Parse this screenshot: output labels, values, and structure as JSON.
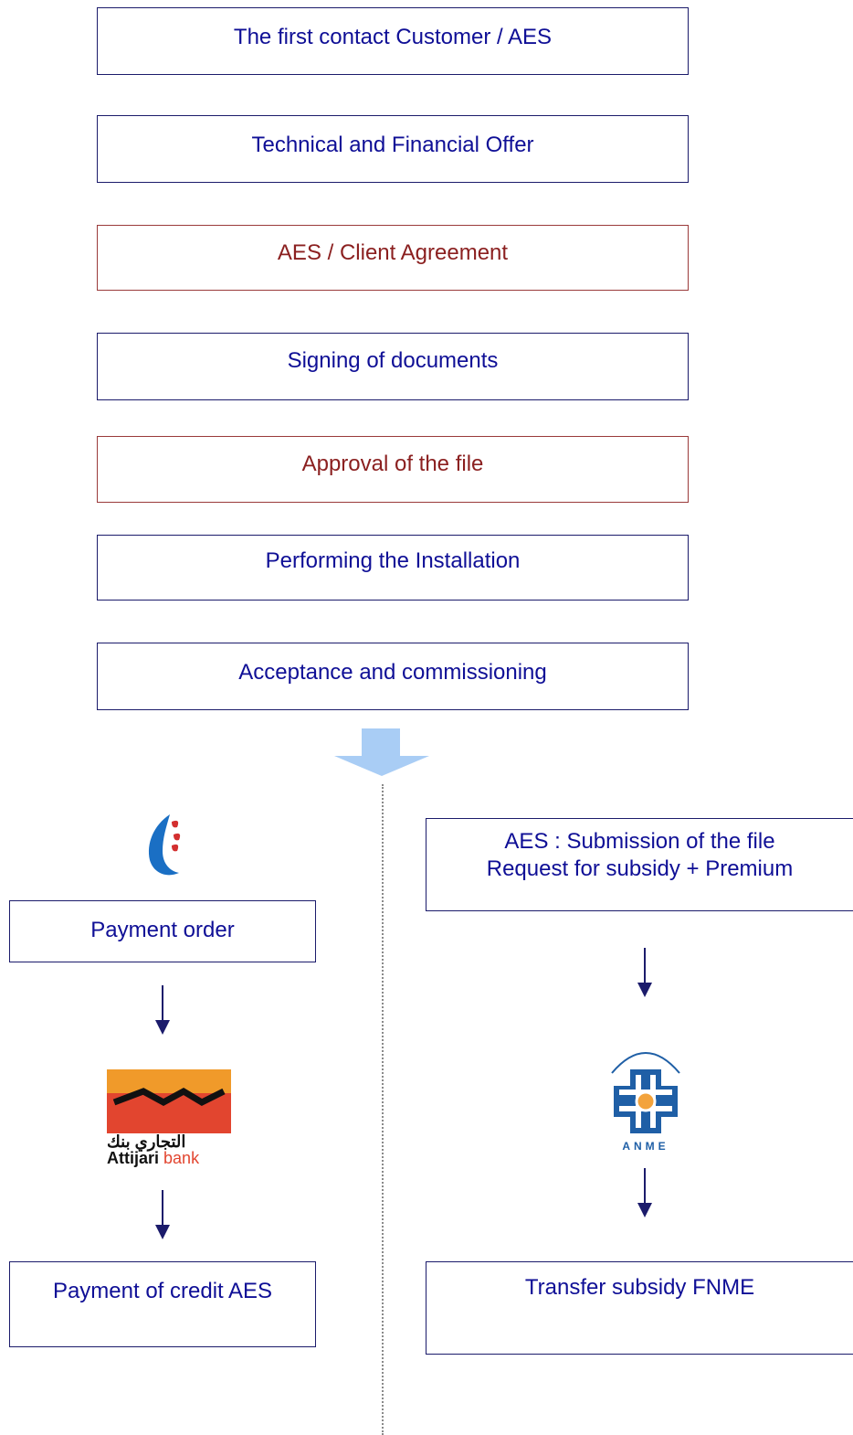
{
  "steps": [
    {
      "label": "The first contact Customer / AES",
      "color": "blue"
    },
    {
      "label": "Technical and Financial Offer",
      "color": "blue"
    },
    {
      "label": "AES / Client Agreement",
      "color": "red"
    },
    {
      "label": "Signing of documents",
      "color": "blue"
    },
    {
      "label": "Approval of the file",
      "color": "red"
    },
    {
      "label": "Performing the Installation",
      "color": "blue"
    },
    {
      "label": "Acceptance and commissioning",
      "color": "blue"
    }
  ],
  "left_branch": {
    "payment_order": "Payment order",
    "payment_credit": "Payment of credit AES",
    "bank_logo": {
      "arabic": "التجاري بنك",
      "latin_main": "Attijari",
      "latin_sub": "bank"
    }
  },
  "right_branch": {
    "submission_line1": "AES : Submission of the file",
    "submission_line2": "Request for subsidy + Premium",
    "transfer": "Transfer subsidy FNME",
    "anme_logo": {
      "acronym": "ANME"
    }
  },
  "colors": {
    "blue_text": "#0f0f96",
    "red_text": "#8b2020",
    "arrow": "#1b1b6b",
    "big_arrow": "#a9cdf5"
  }
}
